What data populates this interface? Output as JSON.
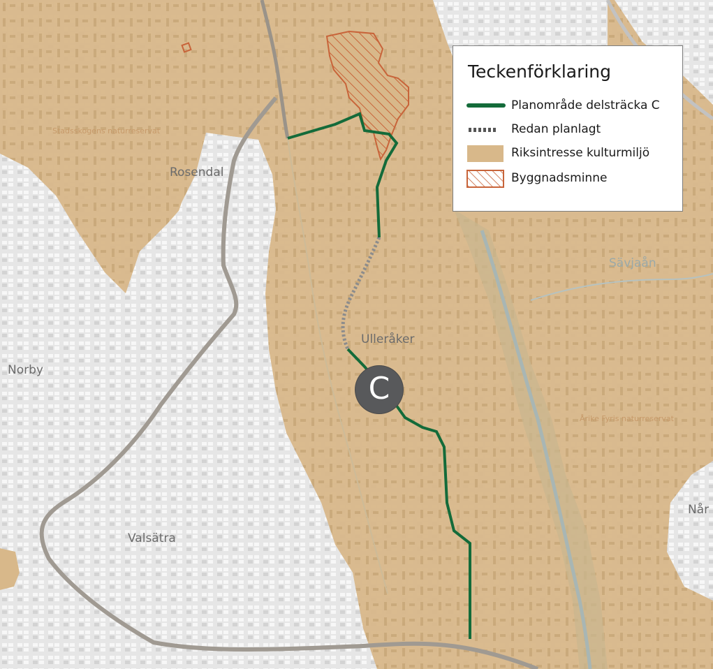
{
  "map": {
    "place_labels": {
      "rosendal": "Rosendal",
      "norby": "Norby",
      "valsatra": "Valsätra",
      "ulleraker": "Ulleråker",
      "nar": "Når",
      "savjaan": "Sävjaån",
      "stadsskogen": "Stadsskogens naturreservat",
      "arike_fyris": "Årike Fyris naturreservat"
    },
    "route_marker": {
      "label": "C"
    },
    "colors": {
      "riksintresse": "#d8b88a",
      "planomrade": "#146b3a",
      "redan_planlagt": "#8c8c8c",
      "byggnadsminne": "#c8643a",
      "background": "#e8e8e8",
      "roads": "#a09a92",
      "marker": "#58595b"
    }
  },
  "legend": {
    "title": "Teckenförklaring",
    "items": [
      {
        "label": "Planområde delsträcka C",
        "symbol": "solid-green-line"
      },
      {
        "label": "Redan planlagt",
        "symbol": "dotted-grey-line"
      },
      {
        "label": "Riksintresse kulturmiljö",
        "symbol": "tan-fill"
      },
      {
        "label": "Byggnadsminne",
        "symbol": "hatched-orange-fill"
      }
    ]
  }
}
